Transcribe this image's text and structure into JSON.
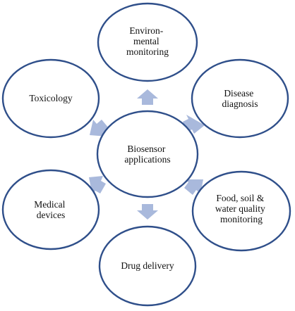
{
  "center": {
    "lines": [
      "Biosensor",
      "applications"
    ]
  },
  "nodes": [
    {
      "id": "environmental",
      "lines": [
        "Environ-",
        "mental",
        "monitoring"
      ]
    },
    {
      "id": "disease",
      "lines": [
        "Disease",
        "diagnosis"
      ]
    },
    {
      "id": "food",
      "lines": [
        "Food, soil &",
        "water quality",
        "monitoring"
      ]
    },
    {
      "id": "drug",
      "lines": [
        "Drug delivery"
      ]
    },
    {
      "id": "medical",
      "lines": [
        "Medical",
        "devices"
      ]
    },
    {
      "id": "toxicology",
      "lines": [
        "Toxicology"
      ]
    }
  ],
  "colors": {
    "outline": "#2f4f8a",
    "arrow": "#a9b9dc",
    "text": "#111111"
  }
}
